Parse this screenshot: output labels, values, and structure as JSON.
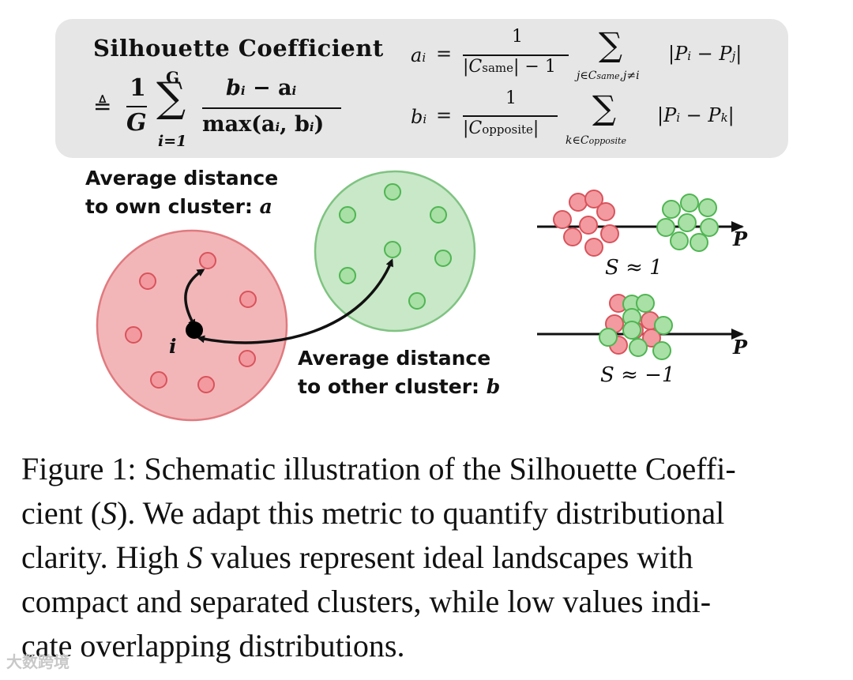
{
  "formula": {
    "title": "Silhouette Coefficient",
    "def_symbol": "≜",
    "main": {
      "numerator_left": "1",
      "denominator_left": "G",
      "sum_upper": "G",
      "sum_lower": "i=1",
      "numerator": "b",
      "numerator_sub": "i",
      "numerator_minus": " − a",
      "numerator_sub2": "i",
      "denominator": "max(a",
      "denominator_sub": "i",
      "denominator_mid": ", b",
      "denominator_sub2": "i",
      "denominator_end": ")"
    },
    "a_eq": {
      "lhs": "a",
      "lhs_sub": "i",
      "eq": "=",
      "num": "1",
      "den_pre": "|C",
      "den_sub": "same",
      "den_post": "| − 1",
      "sum_lower": "j∈C",
      "sum_lower_sub": "same",
      "sum_lower_end": ",j≠i",
      "term": "|P",
      "term_sub1": "i",
      "term_mid": " − P",
      "term_sub2": "j",
      "term_end": "|"
    },
    "b_eq": {
      "lhs": "b",
      "lhs_sub": "i",
      "eq": "=",
      "num": "1",
      "den_pre": "|C",
      "den_sub": "opposite",
      "den_post": "|",
      "sum_lower": "k∈C",
      "sum_lower_sub": "opposite",
      "term": "|P",
      "term_sub1": "i",
      "term_mid": " − P",
      "term_sub2": "k",
      "term_end": "|"
    }
  },
  "diagram": {
    "label_own_1": "Average distance",
    "label_own_2": "to own cluster: ",
    "label_own_var": "a",
    "label_other_1": "Average distance",
    "label_other_2": "to other cluster: ",
    "label_other_var": "b",
    "point_label": "i",
    "axis_label_top": "P",
    "axis_label_bottom": "P",
    "s_high": "S ≈ 1",
    "s_low": "S ≈ −1",
    "colors": {
      "red_cluster_fill": "#f2b6b8",
      "red_cluster_stroke": "#e07a7f",
      "red_point_fill": "#f29aa0",
      "red_point_stroke": "#d9535c",
      "green_cluster_fill": "#c8e8c8",
      "green_cluster_stroke": "#7fc381",
      "green_point_fill": "#a9e0a6",
      "green_point_stroke": "#4fb552"
    }
  },
  "caption": {
    "line1": "Figure 1: Schematic illustration of the Silhouette Coeffi-",
    "line2_pre": "cient (",
    "line2_var": "S",
    "line2_post": "). We adapt this metric to quantify distributional",
    "line3_pre": "clarity. High ",
    "line3_var": "S",
    "line3_post": " values represent ideal landscapes with",
    "line4": "compact and separated clusters, while low values indi-",
    "line5": "cate overlapping distributions."
  },
  "watermark": "大数跨境"
}
